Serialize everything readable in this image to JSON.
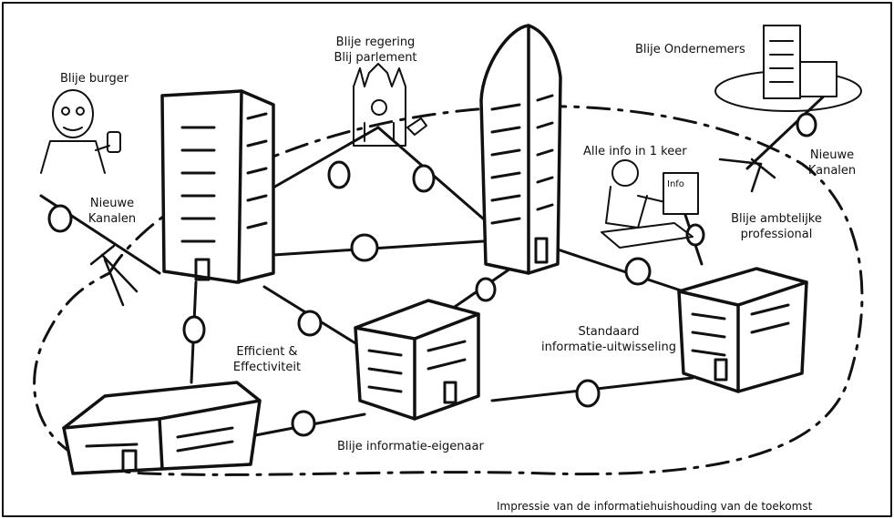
{
  "labels": {
    "blije_burger": "Blije burger",
    "blije_regering": "Blije regering",
    "blij_parlement": "Blij parlement",
    "blije_ondernemers": "Blije Ondernemers",
    "nieuwe_kanalen_left_1": "Nieuwe",
    "nieuwe_kanalen_left_2": "Kanalen",
    "nieuwe_kanalen_right_1": "Nieuwe",
    "nieuwe_kanalen_right_2": "Kanalen",
    "alle_info": "Alle info in 1 keer",
    "info_sign": "Info",
    "ambtelijke_1": "Blije ambtelijke",
    "ambtelijke_2": "professional",
    "efficient_1": "Efficient &",
    "efficient_2": "Effectiviteit",
    "standaard_1": "Standaard",
    "standaard_2": "informatie-uitwisseling",
    "informatie_eigenaar": "Blije informatie-eigenaar",
    "caption": "Impressie van de informatiehuishouding van de toekomst"
  }
}
